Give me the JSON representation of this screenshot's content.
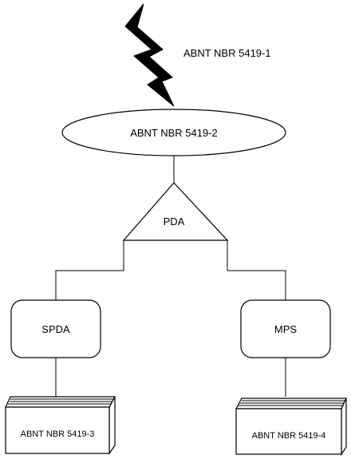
{
  "diagram": {
    "labels": {
      "lightning": "ABNT NBR 5419-1",
      "ellipse": "ABNT NBR 5419-2",
      "triangle": "PDA",
      "left_box": "SPDA",
      "right_box": "MPS",
      "left_tray": "ABNT NBR 5419-3",
      "right_tray": "ABNT NBR 5419-4"
    },
    "icons": {
      "lightning": "lightning-bolt-icon"
    },
    "colors": {
      "line": "#000000",
      "fill": "#ffffff",
      "background": "#ffffff"
    }
  }
}
